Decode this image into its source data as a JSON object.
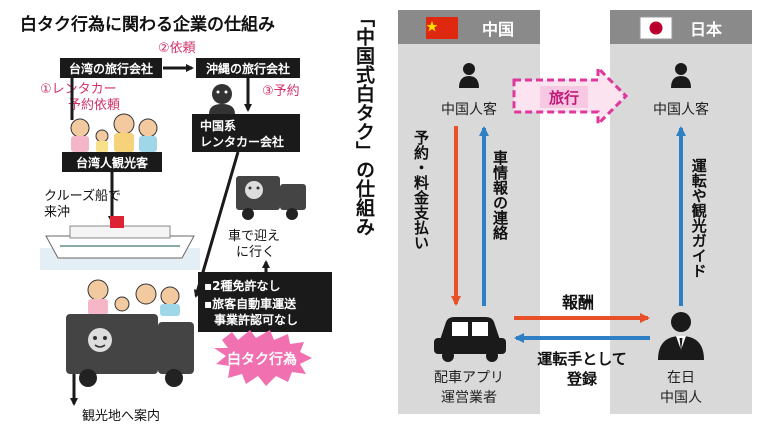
{
  "left": {
    "title": "白タク行為に関わる企業の仕組み",
    "step2_label": "②依頼",
    "taiwan_agency": "台湾の旅行会社",
    "okinawa_agency": "沖縄の旅行会社",
    "step1_line1": "①レンタカー",
    "step1_line2": "予約依頼",
    "step3_label": "③予約",
    "chinese_rental_line1": "中国系",
    "chinese_rental_line2": "レンタカー会社",
    "taiwan_tourists": "台湾人観光客",
    "cruise_line1": "クルーズ船で",
    "cruise_line2": "来沖",
    "pickup_line1": "車で迎え",
    "pickup_line2": "に行く",
    "no_license": "▪2種免許なし",
    "no_permit_line1": "▪旅客自動車運送",
    "no_permit_line2": "事業許認可なし",
    "white_taxi_badge": "白タク行為",
    "sightseeing": "観光地へ案内"
  },
  "center_title": "「中国式白タク」の仕組み",
  "right": {
    "china_header": "中国",
    "japan_header": "日本",
    "chinese_customer_cn": "中国人客",
    "chinese_customer_jp": "中国人客",
    "travel_label": "旅行",
    "reserve_pay": "予約・料金支払い",
    "car_info": "車情報の連絡",
    "driving_guide": "運転や観光ガイド",
    "reward": "報酬",
    "register_driver_line1": "運転手として",
    "register_driver_line2": "登録",
    "app_operator_line1": "配車アプリ",
    "app_operator_line2": "運営業者",
    "resident_line1": "在日",
    "resident_line2": "中国人"
  },
  "colors": {
    "panel_grey": "#d9d9d9",
    "header_grey": "#8a8a8a",
    "orange_arrow": "#e8502a",
    "blue_arrow": "#2f7fc4",
    "magenta": "#e0379b",
    "pink_badge": "#f070b0"
  }
}
